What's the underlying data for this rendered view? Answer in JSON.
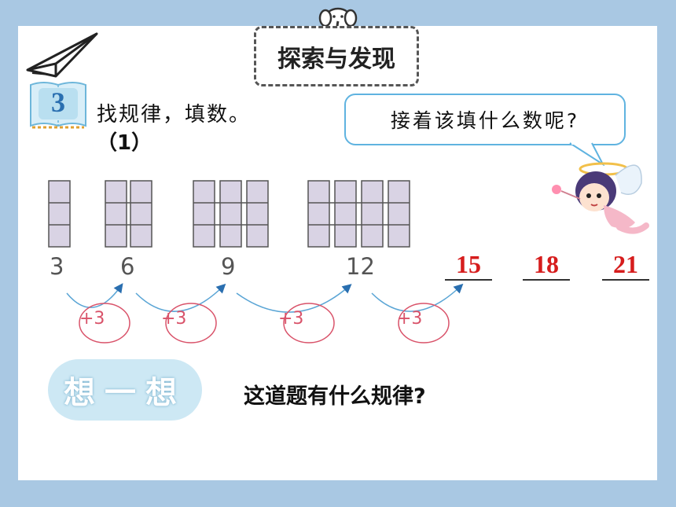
{
  "header": {
    "section_title": "探索与发现"
  },
  "task": {
    "number": "3",
    "title": "找规律，填数。",
    "part": "（1）"
  },
  "speech_bubble": {
    "text": "接着该填什么数呢?"
  },
  "sequence": {
    "given": [
      "3",
      "6",
      "9",
      "12"
    ],
    "steps": [
      "+3",
      "+3",
      "+3",
      "+3"
    ],
    "answers": [
      "15",
      "18",
      "21"
    ]
  },
  "think": {
    "badge": "想一想",
    "question": "这道题有什么规律?"
  },
  "colors": {
    "background": "#a9c8e3",
    "answer_red": "#d61d1d",
    "bubble_border": "#5fb3e0",
    "circle_red": "#d9536a",
    "block_fill": "#d9d3e4",
    "think_badge": "#cde8f4"
  },
  "icons": {
    "header_left": "paper-plane-icon",
    "header_top": "elephant-icon",
    "task_badge": "book-icon",
    "mascot": "angel-girl-illustration"
  }
}
